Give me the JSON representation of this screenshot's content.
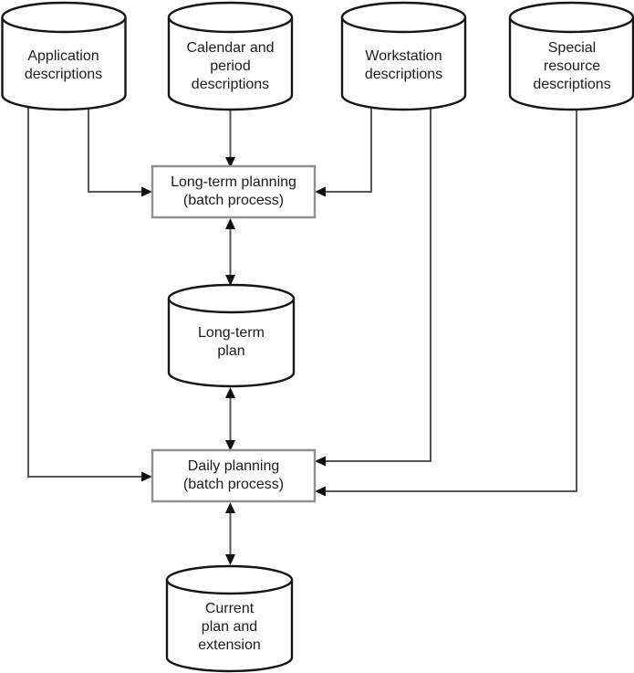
{
  "diagram": {
    "type": "data-flow-diagram",
    "colors": {
      "background": "#ffffff",
      "connector_line": "#565656",
      "arrowhead": "#111111",
      "process_box_border": "#909090",
      "datastore_stroke": "#161616",
      "shape_fill": "#ffffff",
      "text": "#1c1c1c"
    },
    "nodes": {
      "application": {
        "shape": "cylinder",
        "label": "Application\ndescriptions"
      },
      "calendar": {
        "shape": "cylinder",
        "label": "Calendar and\nperiod\ndescriptions"
      },
      "workstation": {
        "shape": "cylinder",
        "label": "Workstation\ndescriptions"
      },
      "special": {
        "shape": "cylinder",
        "label": "Special\nresource\ndescriptions"
      },
      "long_term_planning": {
        "shape": "box",
        "label": "Long-term planning\n(batch process)"
      },
      "long_term_plan": {
        "shape": "cylinder",
        "label": "Long-term\nplan"
      },
      "daily_planning": {
        "shape": "box",
        "label": "Daily planning\n(batch process)"
      },
      "current_plan": {
        "shape": "cylinder",
        "label": "Current\nplan and\nextension"
      }
    },
    "edges": [
      {
        "from": "Application descriptions",
        "to": "Long-term planning (batch process)",
        "direction": "one-way"
      },
      {
        "from": "Calendar and period descriptions",
        "to": "Long-term planning (batch process)",
        "direction": "one-way"
      },
      {
        "from": "Workstation descriptions",
        "to": "Long-term planning (batch process)",
        "direction": "one-way"
      },
      {
        "from": "Long-term planning (batch process)",
        "to": "Long-term plan",
        "direction": "two-way"
      },
      {
        "from": "Long-term plan",
        "to": "Daily planning (batch process)",
        "direction": "two-way"
      },
      {
        "from": "Application descriptions",
        "to": "Daily planning (batch process)",
        "direction": "one-way"
      },
      {
        "from": "Workstation descriptions",
        "to": "Daily planning (batch process)",
        "direction": "one-way"
      },
      {
        "from": "Special resource descriptions",
        "to": "Daily planning (batch process)",
        "direction": "one-way"
      },
      {
        "from": "Daily planning (batch process)",
        "to": "Current plan and extension",
        "direction": "two-way"
      }
    ]
  }
}
